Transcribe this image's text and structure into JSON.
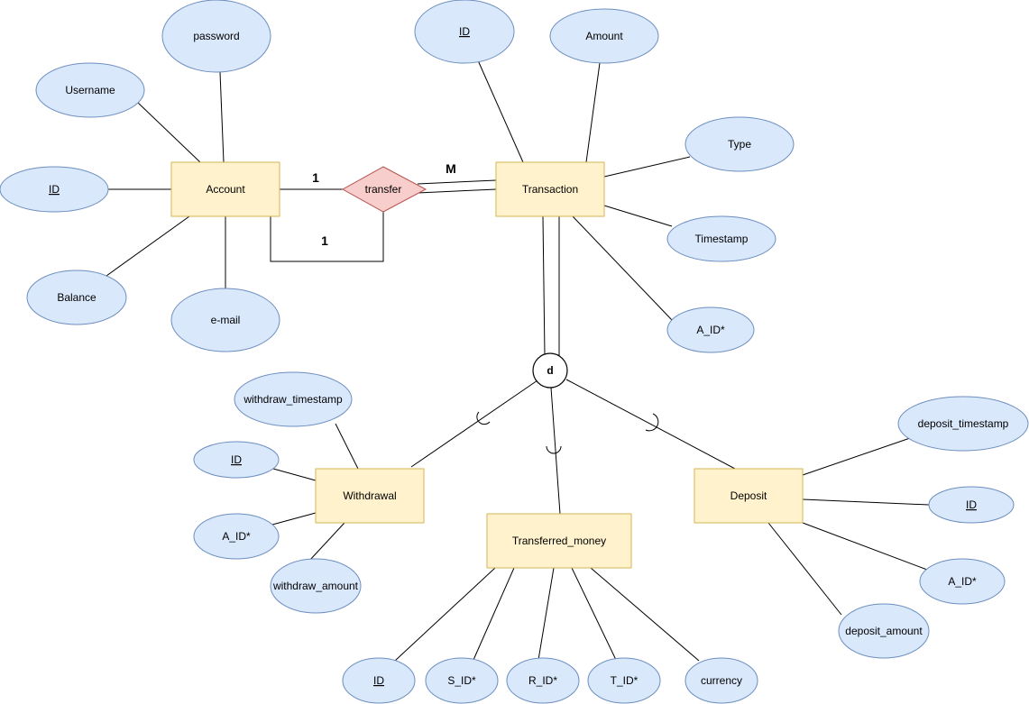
{
  "entities": {
    "account": "Account",
    "transaction": "Transaction",
    "withdrawal": "Withdrawal",
    "transferred_money": "Transferred_money",
    "deposit": "Deposit"
  },
  "relationship": {
    "transfer": "transfer"
  },
  "cardinality": {
    "account_side_top": "1",
    "account_side_loop": "1",
    "transaction_side": "M"
  },
  "disjoint_marker": "d",
  "attributes": {
    "account": {
      "password": "password",
      "username": "Username",
      "id": "ID",
      "balance": "Balance",
      "email": "e-mail"
    },
    "transaction": {
      "id": "ID",
      "amount": "Amount",
      "type": "Type",
      "timestamp": "Timestamp",
      "a_id": "A_ID*"
    },
    "withdrawal": {
      "withdraw_timestamp": "withdraw_timestamp",
      "id": "ID",
      "a_id": "A_ID*",
      "withdraw_amount": "withdraw_amount"
    },
    "transferred_money": {
      "id": "ID",
      "s_id": "S_ID*",
      "r_id": "R_ID*",
      "t_id": "T_ID*",
      "currency": "currency"
    },
    "deposit": {
      "deposit_timestamp": "deposit_timestamp",
      "id": "ID",
      "a_id": "A_ID*",
      "deposit_amount": "deposit_amount"
    }
  }
}
